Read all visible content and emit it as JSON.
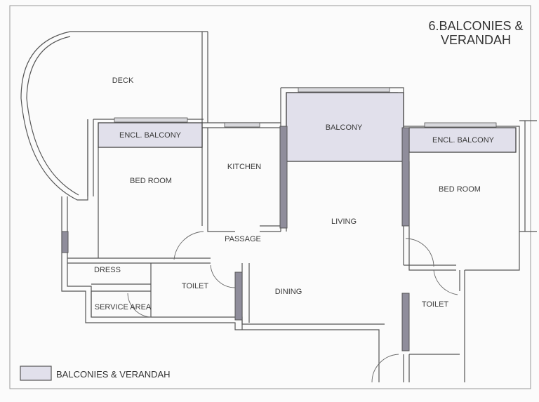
{
  "title": {
    "line1": "6.BALCONIES &",
    "line2": "VERANDAH"
  },
  "legend": {
    "label": "BALCONIES & VERANDAH",
    "swatch_color": "#e1e0eb"
  },
  "colors": {
    "balcony_fill": "#e1e0eb",
    "column_fill": "#8f8d9b",
    "wall_stroke": "#555555",
    "background": "#fbfbfb"
  },
  "rooms": {
    "deck": "DECK",
    "encl_balcony_left": "ENCL. BALCONY",
    "bed_room_left": "BED ROOM",
    "kitchen": "KITCHEN",
    "balcony": "BALCONY",
    "encl_balcony_right": "ENCL. BALCONY",
    "bed_room_right": "BED ROOM",
    "living": "LIVING",
    "passage": "PASSAGE",
    "dress": "DRESS",
    "toilet_left": "TOILET",
    "service_area": "SERVICE AREA",
    "dining": "DINING",
    "toilet_right": "TOILET"
  }
}
